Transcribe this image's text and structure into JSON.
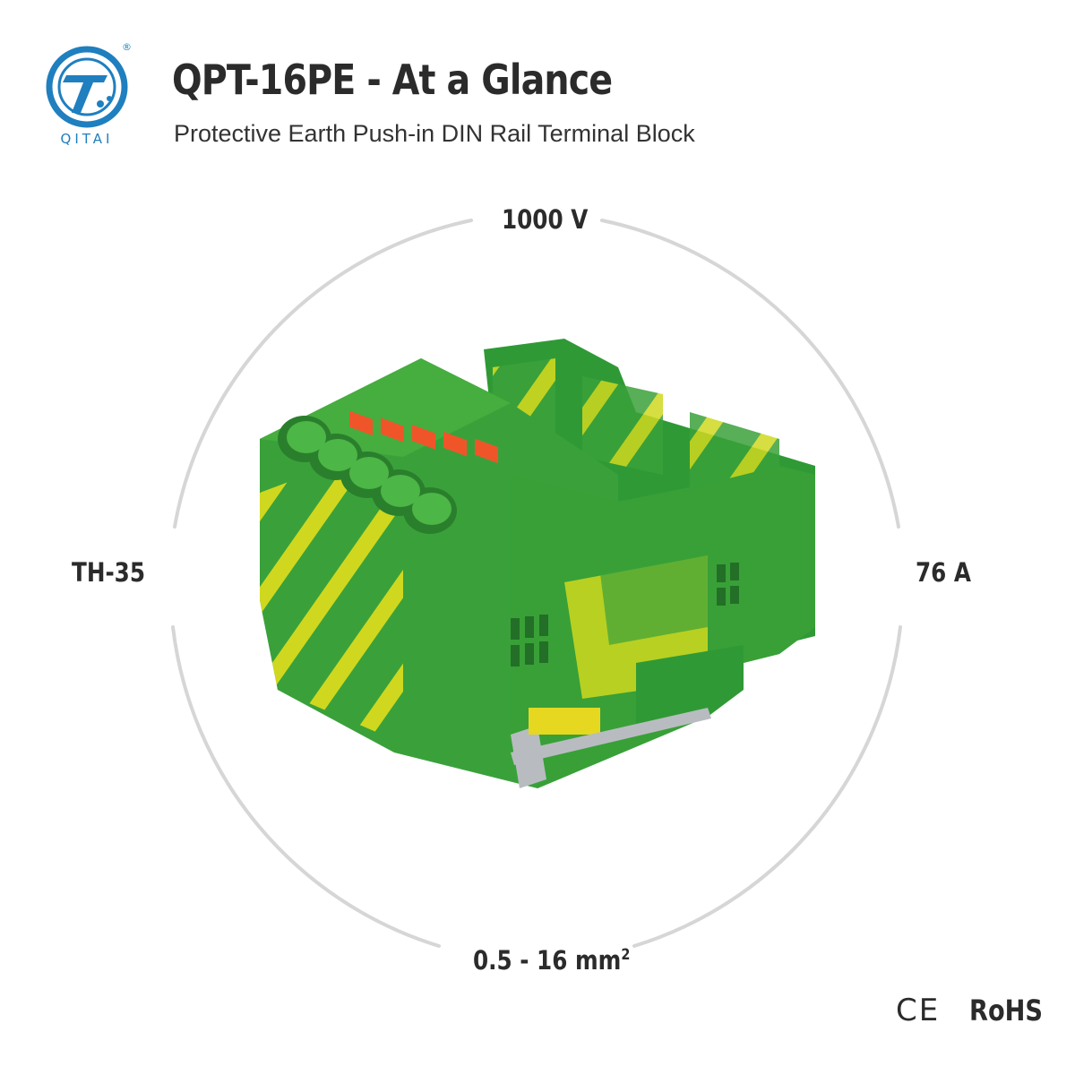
{
  "brand": {
    "name": "QITAI",
    "registered_mark": "®",
    "primary_color": "#1f7fbf"
  },
  "header": {
    "title": "QPT-16PE - At a Glance",
    "subtitle": "Protective Earth Push-in DIN Rail Terminal Block"
  },
  "specs": {
    "top": "1000 V",
    "left": "TH-35",
    "right": "76 A",
    "bottom_value": "0.5 - 16 mm",
    "bottom_superscript": "2"
  },
  "product": {
    "icon": "terminal-block-illustration",
    "colors": {
      "green": "#3aa13a",
      "yellow": "#d8d820",
      "orange": "#f0552a",
      "metal": "#b8bcc0"
    }
  },
  "certifications": {
    "ce": "CE",
    "rohs": "RoHS"
  },
  "colors": {
    "text": "#2b2b2b",
    "ring": "#d6d6d6"
  }
}
